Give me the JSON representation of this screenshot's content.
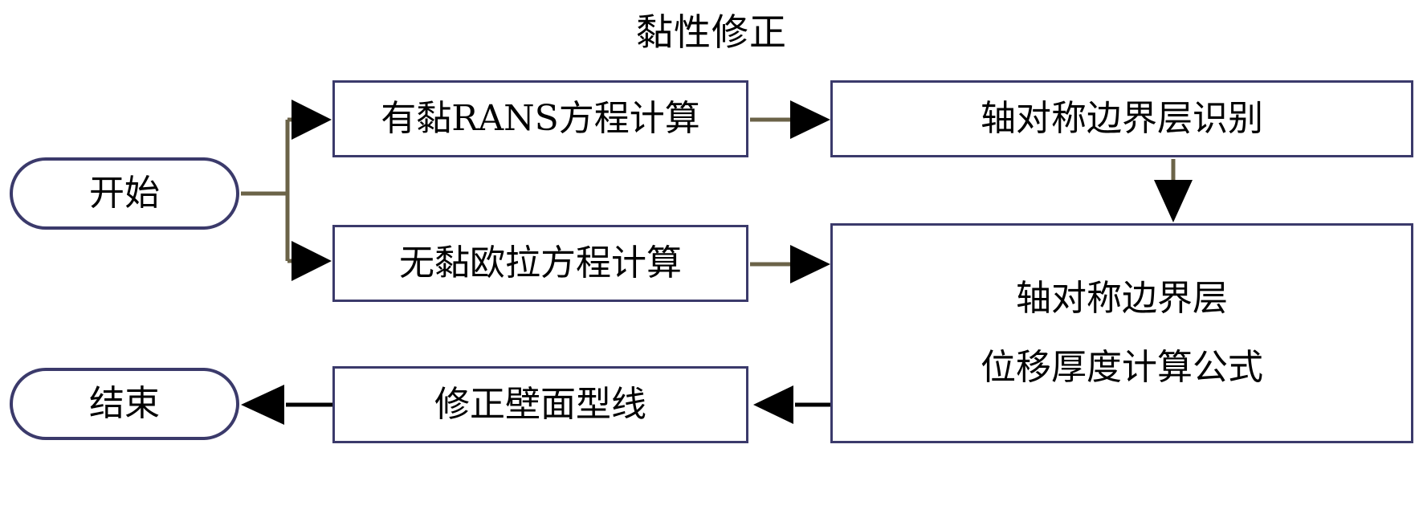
{
  "title": "黏性修正",
  "colors": {
    "node_border": "#3b3a6b",
    "node_fill": "#ffffff",
    "connector": "#6b6348",
    "arrow_head": "#000000",
    "text": "#000000",
    "background": "#ffffff"
  },
  "nodes": [
    {
      "id": "start",
      "shape": "terminator",
      "label": "开始"
    },
    {
      "id": "rans",
      "shape": "process",
      "label": "有黏RANS方程计算"
    },
    {
      "id": "euler",
      "shape": "process",
      "label": "无黏欧拉方程计算"
    },
    {
      "id": "ident",
      "shape": "process",
      "label": "轴对称边界层识别"
    },
    {
      "id": "formula",
      "shape": "process",
      "line1": "轴对称边界层",
      "line2": "位移厚度计算公式"
    },
    {
      "id": "wall",
      "shape": "process",
      "label": "修正壁面型线"
    },
    {
      "id": "end",
      "shape": "terminator",
      "label": "结束"
    }
  ],
  "edges": [
    {
      "from": "start",
      "to": "rans",
      "style": "elbow-up"
    },
    {
      "from": "start",
      "to": "euler",
      "style": "elbow-down"
    },
    {
      "from": "rans",
      "to": "ident",
      "style": "straight-right"
    },
    {
      "from": "ident",
      "to": "formula",
      "style": "straight-down"
    },
    {
      "from": "euler",
      "to": "formula",
      "style": "straight-right"
    },
    {
      "from": "formula",
      "to": "wall",
      "style": "straight-left"
    },
    {
      "from": "wall",
      "to": "end",
      "style": "straight-left"
    }
  ]
}
